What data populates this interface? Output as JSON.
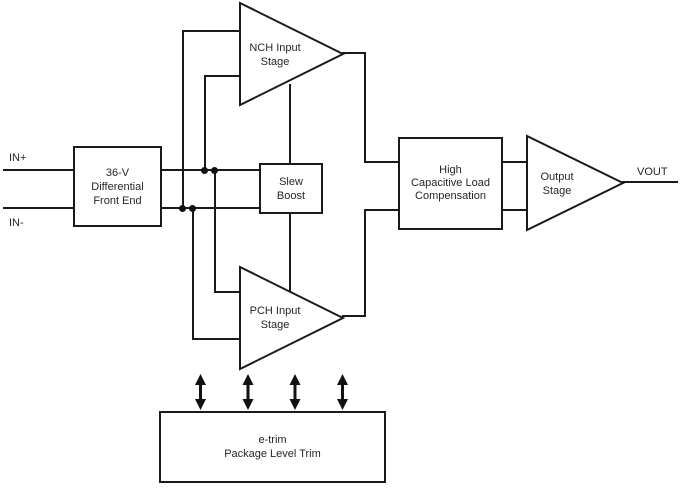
{
  "labels": {
    "in_plus": "IN+",
    "in_minus": "IN-",
    "vout": "VOUT"
  },
  "blocks": {
    "front_end": {
      "lines": [
        "36-V",
        "Differential",
        "Front End"
      ]
    },
    "nch_input_stage": {
      "lines": [
        "NCH Input",
        "Stage"
      ]
    },
    "pch_input_stage": {
      "lines": [
        "PCH Input",
        "Stage"
      ]
    },
    "slew_boost": {
      "lines": [
        "Slew",
        "Boost"
      ]
    },
    "high_cap_load_comp": {
      "lines": [
        "High",
        "Capacitive Load",
        "Compensation"
      ]
    },
    "output_stage": {
      "lines": [
        "Output",
        "Stage"
      ]
    },
    "etrim": {
      "lines": [
        "e-trim",
        "Package Level Trim"
      ]
    }
  },
  "icons": {
    "trim_arrows": "double-headed-vertical-arrow",
    "junction_dots": "wire-junction-dot"
  },
  "colors": {
    "background": "#ffffff",
    "line": "#1a1a1a",
    "text": "#262626"
  }
}
